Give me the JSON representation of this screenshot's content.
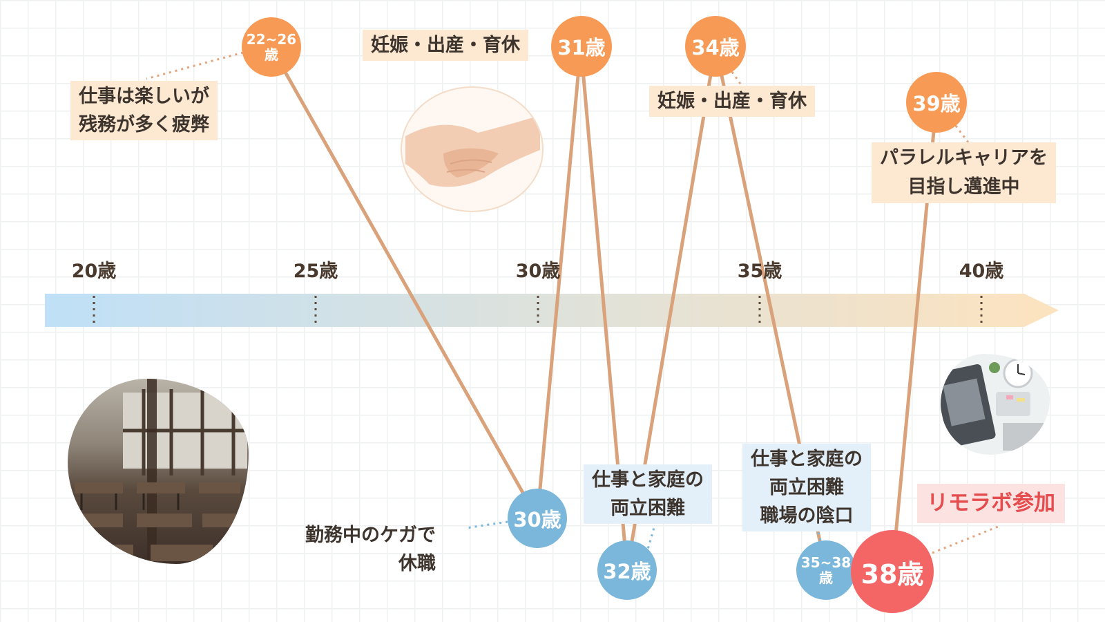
{
  "axis": {
    "ticks": [
      "20歳",
      "25歳",
      "30歳",
      "35歳",
      "40歳"
    ],
    "gradient_start": "#bfe0f7",
    "gradient_end": "#fde3bf"
  },
  "nodes": [
    {
      "id": "n22",
      "lines": [
        "22~26",
        "歳"
      ],
      "color": "orange"
    },
    {
      "id": "n30",
      "lines": [
        "30歳"
      ],
      "color": "blue"
    },
    {
      "id": "n31",
      "lines": [
        "31歳"
      ],
      "color": "orange"
    },
    {
      "id": "n32",
      "lines": [
        "32歳"
      ],
      "color": "blue"
    },
    {
      "id": "n34",
      "lines": [
        "34歳"
      ],
      "color": "orange"
    },
    {
      "id": "n35",
      "lines": [
        "35~38",
        "歳"
      ],
      "color": "blue"
    },
    {
      "id": "n38",
      "lines": [
        "38歳"
      ],
      "color": "red"
    },
    {
      "id": "n39",
      "lines": [
        "39歳"
      ],
      "color": "orange"
    }
  ],
  "labels": {
    "stage1": "仕事は楽しいが\n残務が多く疲弊",
    "injury": "勤務中のケガで\n休職",
    "maternity1": "妊娠・出産・育休",
    "balance1": "仕事と家庭の\n両立困難",
    "maternity2": "妊娠・出産・育休",
    "balance2": "仕事と家庭の\n両立困難\n職場の陰口",
    "remolabo": "リモラボ参加",
    "parallel": "パラレルキャリアを\n目指し邁進中"
  },
  "colors": {
    "orange": "#f79a55",
    "blue": "#7ab7db",
    "red": "#f46566",
    "line": "#d9a27b",
    "tick": "#5b4a3c"
  },
  "illustrations": [
    "classroom-photo",
    "handshake-photo",
    "desk-photo"
  ]
}
